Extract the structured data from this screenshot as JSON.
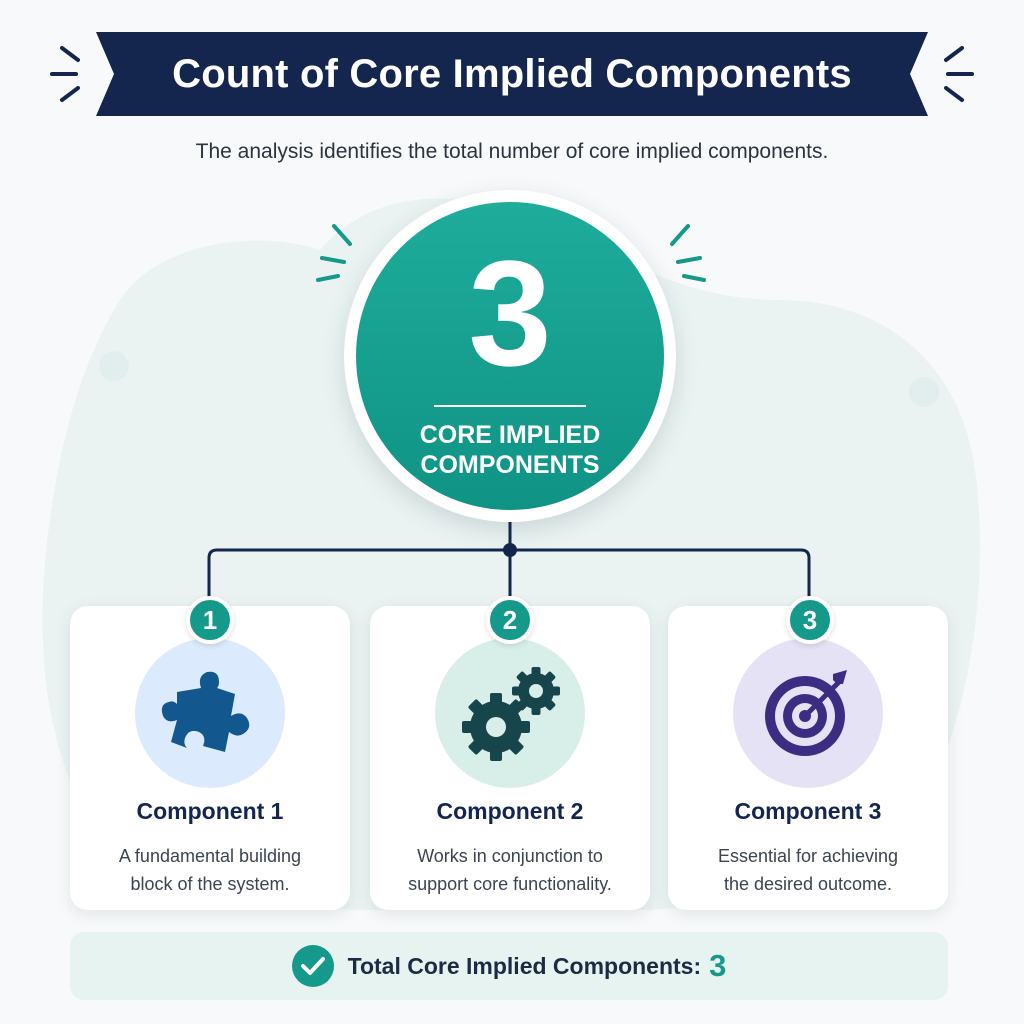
{
  "header": {
    "title": "Count of Core Implied Components",
    "subtitle": "The analysis identifies the total number of core implied components."
  },
  "hero": {
    "value": "3",
    "label_line1": "CORE IMPLIED",
    "label_line2": "COMPONENTS"
  },
  "components": [
    {
      "number": "1",
      "title": "Component 1",
      "desc_line1": "A fundamental building",
      "desc_line2": "block of the system.",
      "icon": "puzzle-piece-icon"
    },
    {
      "number": "2",
      "title": "Component 2",
      "desc_line1": "Works in conjunction to",
      "desc_line2": "support core functionality.",
      "icon": "gears-icon"
    },
    {
      "number": "3",
      "title": "Component 3",
      "desc_line1": "Essential for achieving",
      "desc_line2": "the desired outcome.",
      "icon": "target-icon"
    }
  ],
  "total": {
    "label": "Total Core Implied Components:",
    "value": "3",
    "icon": "check-circle-icon"
  },
  "colors": {
    "navy": "#14264d",
    "teal": "#14998a",
    "blue_disc": "#dbeafc",
    "green_disc": "#d8efe9",
    "purple_disc": "#e6e2f6",
    "total_bg": "#e7f3f1"
  }
}
